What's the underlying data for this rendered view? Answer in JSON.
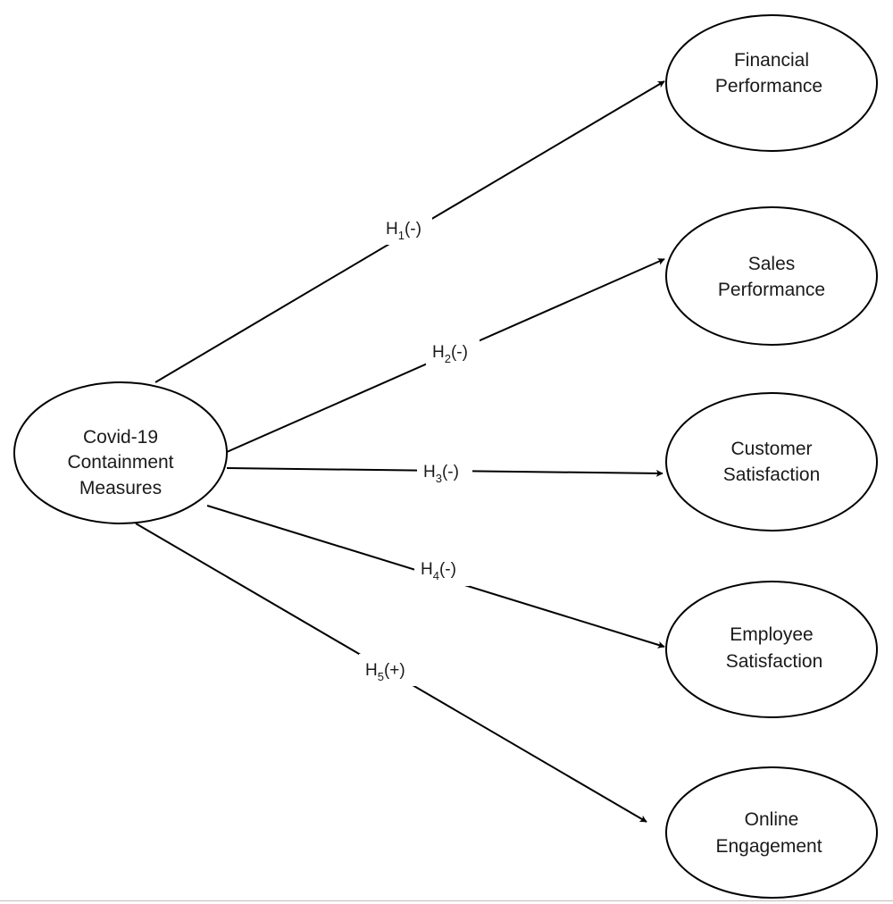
{
  "source_node": {
    "lines": [
      "Covid-19",
      "Containment",
      "Measures"
    ]
  },
  "target_nodes": [
    {
      "lines": [
        "Financial",
        "Performance"
      ]
    },
    {
      "lines": [
        "Sales",
        "Performance"
      ]
    },
    {
      "lines": [
        "Customer",
        "Satisfaction"
      ]
    },
    {
      "lines": [
        "Employee",
        "Satisfaction"
      ]
    },
    {
      "lines": [
        "Online",
        "Engagement"
      ]
    }
  ],
  "hypotheses": [
    {
      "letter": "H",
      "index": "1",
      "sign": "(-)"
    },
    {
      "letter": "H",
      "index": "2",
      "sign": "(-)"
    },
    {
      "letter": "H",
      "index": "3",
      "sign": "(-)"
    },
    {
      "letter": "H",
      "index": "4",
      "sign": "(-)"
    },
    {
      "letter": "H",
      "index": "5",
      "sign": "(+)"
    }
  ],
  "colors": {
    "stroke": "#000000",
    "text": "#1a1a1a",
    "background": "#ffffff"
  }
}
